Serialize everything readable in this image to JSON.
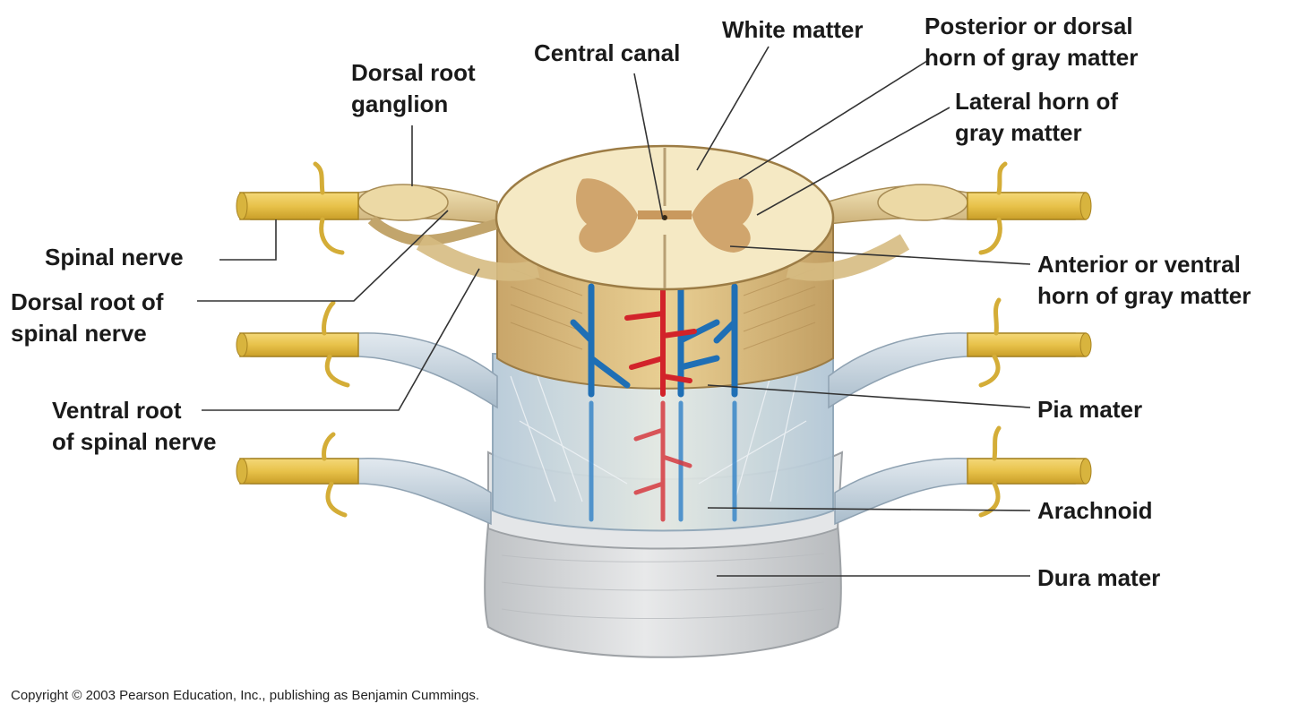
{
  "labels": {
    "dorsal_root_ganglion": "Dorsal root\nganglion",
    "central_canal": "Central canal",
    "white_matter": "White matter",
    "posterior_horn": "Posterior or dorsal\nhorn of gray matter",
    "lateral_horn": "Lateral horn of\ngray matter",
    "spinal_nerve": "Spinal nerve",
    "dorsal_root": "Dorsal root of\nspinal nerve",
    "anterior_horn": "Anterior or ventral\nhorn of gray matter",
    "ventral_root": "Ventral root\nof spinal nerve",
    "pia_mater": "Pia mater",
    "arachnoid": "Arachnoid",
    "dura_mater": "Dura mater"
  },
  "copyright": "Copyright © 2003 Pearson Education, Inc., publishing as Benjamin Cummings.",
  "colors": {
    "nerve_yellow": "#e8c24a",
    "cord_tan": "#e9cf93",
    "gray_matter": "#c9995e",
    "white_matter": "#f5e9c4",
    "pia_blue": "#c8d8e6",
    "dura_gray": "#d4d6d8",
    "vein_blue": "#1f6fb5",
    "artery_red": "#d2232a",
    "leader_line": "#333333"
  }
}
